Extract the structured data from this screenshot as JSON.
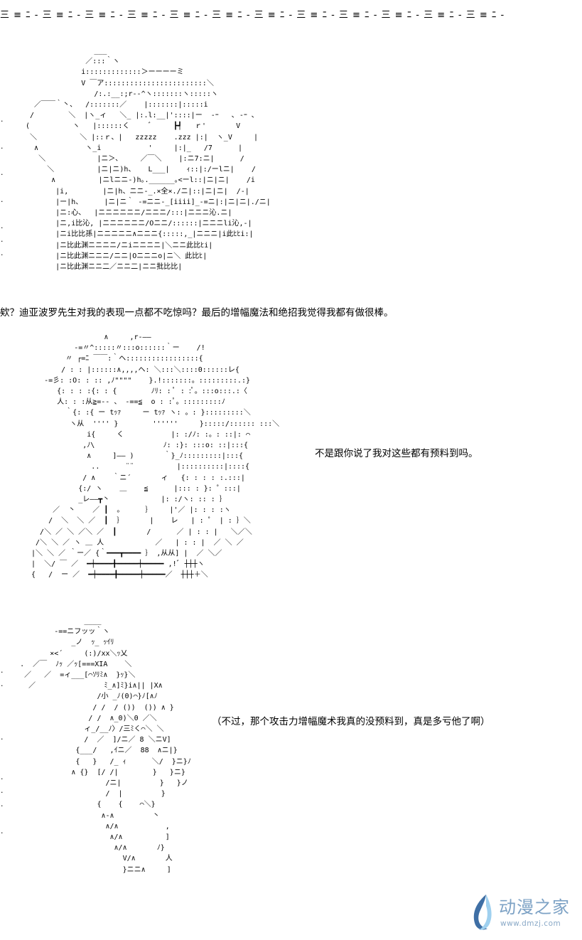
{
  "header": {
    "pattern": "三 ≡ ﾆ - 三 ≡ ﾆ - 三 ≡ ﾆ - 三 ≡ ﾆ - 三 ≡ ﾆ - 三 ≡ ﾆ - 三 ≡ ﾆ - 三 ≡ ﾆ - 三 ≡ ﾆ - 三 ≡ ﾆ - 三 ≡ ﾆ - 三 ≡ ﾆ -"
  },
  "panels": [
    {
      "art": "                 ___\n               ／:::｀ヽ\n              i:::::::::::::＞ーーーーミ\n              V ￣ア::::::::::::::::::::::::＼\n                 /:.:__:;r-‐^ヽ:::::::ヽ:::::ヽ\n   ／￣￣｀丶、  /:::::::／    |:::::::|:::::i\n  /        ＼  |ヽ_ィ   ＼_ |:.l:__|'::::|ー  ‐ｰ   ､ ‐ｰ ､\n (          ヽ   |::::::く     ﾞ     ┣┩   ｒ'       V\n  ＼          ＼ |::ｒ、|   zzzzz    .zzz |:|  ヽ_V     |\n   ∧           ヽ_i           '     |:|_   /7      |\n    ＼            |ニ＞､     ／￣＼    |:ニ7:ニ|      /\n      ＼          |ニ|ニ)h、   L___|    ｨ::|:/ーlニ|    /\n       ∧          |ニlニニ-)h｡.______｡<ーl::|ニ|ニ|    /i\n        |i,        |ニ|h、ニニ-_.×全×./ニ|::|ニ|ニ|  /‐|\n        |ー|h、     |ニ|ニ｀ -=ニニ-_[iiii]_-=ニ|:|ニ|ニ|./ニ|\n        |ニ:心、  |ニニニニニニ/ニニニ/:::|ニニニ沁.ニ|\n        |ニ,i比沁, |ニニニニニニ/Oニニ/::::::|ニニニli沁,-|\n        |ニi比比孫|ニニニニニ∧ニニニ{:::::,_|ニニニ|i此ﾋﾋi:|\n        |ニ比此渊ニニニニ/ニiニニニニ|＼ニニ此比ﾋi|\n        |ニ比此渊ニニニ/ニニ|Oニニニo|ニ＼ 此比ﾋ|\n        |ニ比此渊ニニ二／ニニ二|ニニ批比比|",
      "dots": ".\n\n.\n\n.\n\n.\n\n.\n.\n.",
      "caption": "欸？迪亚波罗先生对我的表现一点都不吃惊吗？最后的增幅魔法和绝招我觉得我都有做很棒。"
    },
    {
      "art": "                  ∧     ,r‐――\n           ‐=〃^:::::〃:::o::::::｀ー    /!\n         〃 ┌=ﾆ ￣￣:｀ヘ:::::::::::::::::{\n        / : : |::::::∧,,,,ヘ: ＼:::＼::::0::::::レ{\n    ‐=彡: :O: : :: ,ﾉ\"\"\"\"    }.!:::::::。:::::::::.:}\n       {: : : :{: : {        ﾉﾘ: : ﾟ : :ﾟ。:::o:::.:〈\n       人: : :从≧=‐‐ 、 ‐==≦  o : :ﾟ。:::::::::ﾉ\n         ｀{: :{ ー tｯｧ     ー tｯｧ ヽ: 。: }:::::::::＼\n          ヽ从  '''' }        ''''''     }:::::/:::::: :::＼\n              i{     く           |: :/ﾉ: :。: ::|: ⌒\n             ,ﾉ\\                ﾉ: :}: :::o: ::|:::{\n              ∧     ]―― )       ｀}_ﾉ:::::::::|:::{\n               ..      ¨¨          |::::::::::|::::{\n             / ∧    ｀ニ´       ィ   {: : : : :.:::|\n            {:/ ヽ    ＿    ≦      |::: : }: ゜:::|\n            _レ――┳丶            |: :/ヽ: :: : ｝\n      ／  丶    ／ ┃  。     ｝    |'／ |: : : :ヽ\n     /  ＼  ＼ ／  ┃  ｝      |    レ   | : ゜ | : ｝＼\n   /＼ ／ ＼ ／＼ ／  ┃       /      ／ | : : |   ＼／＼\n  /＼ ＼ ／ ヽ ＿ 人            ／   | : : |  ／ ＼ ／\n |＼ ＼ ／ ｀ー／ {｀━━━┳━━━━ ｝ ,从从] |  ／ ＼／\n |  ＼/ ￣ ／  ━┿━━━━╋━━━━━┿━━━━━ ,!ﾞ ┼┼┼ヽ\n {   /  ー ／  ━┿━━━━╋━━━━━┿━━━━━／  ┼┼┼＋＼",
      "caption": "不是跟你说了我对这些都有预料到吗。"
    },
    {
      "art": "                   ____\n            ‐==ニフッッ｀ヽ\n                _ノ  ｯ_ ｯｲﾘ\n           ×<´     (:)/xx＼ｯ乂\n    .  ／￣  ﾉｯ ／ｯ[===XIA    ＼\n     ／   ／  =ィ___[⌒ｿﾘﾐ∧  }ｯ}＼\n      ／                ﾐ_∧]ﾐ}i∧|| |X∧\n                      /小 _ﾉ(0)⌒}ﾉ[∧ﾉ\n                     / /  / ())  ()) ∧ }\n                    / /  ∧_0)＼0 ／＼\n                   ィ_/__ﾉ〉/三ﾐく⌒＼ ＼\n                   /  ／  ]/ニ／ 8 ＼ニV]\n                 {___/   ,ｲニ／  88  ∧ニ|}\n                 {   }   /_ ｨ      ＼/  }ニ}ﾉ\n                ∧ {}  [/ /|        }   }ニ}\n                        /ニ|         }   }ノ\n                        /  |         }\n                      {    {    ⌒＼}\n                       ∧‐∧         丶\n                        ∧/∧           ,\n                         ∧/∧          ]\n                          ∧/∧       ﾉ}\n                            V/∧       人\n                            }ニニ∧     ]",
      "dots": ".\n.\n\n\n\n.\n\n\n.\n.\n.\n\n.",
      "caption": "（不过，那个攻击力增幅魔术我真的没预料到，真是多亏他了啊）"
    }
  ],
  "watermark": {
    "title": "动漫之家",
    "url": "www.dmzj.com",
    "colors": {
      "text": "#7da2c5",
      "mark_dark": "#3f6fa5",
      "mark_light": "#9fd0ef"
    }
  }
}
